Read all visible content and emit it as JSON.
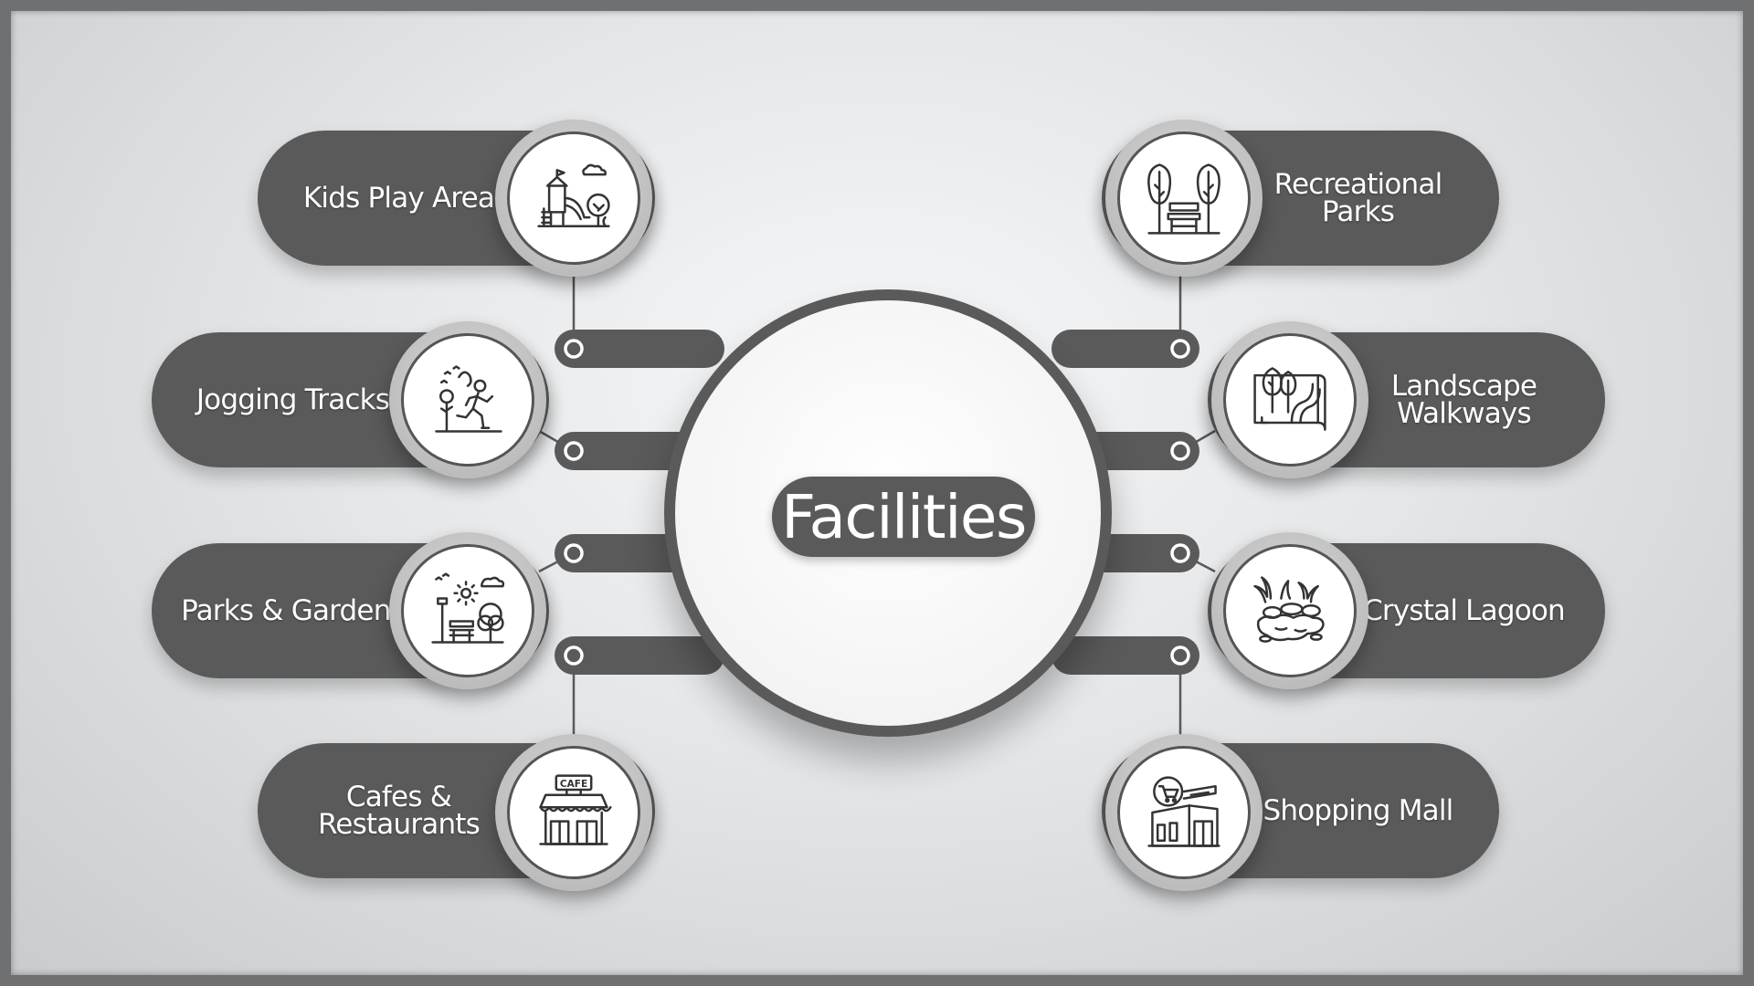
{
  "title": "Facilities",
  "facilities": [
    {
      "label": "Kids Play Area",
      "icon": "playground-icon"
    },
    {
      "label": "Jogging Tracks",
      "icon": "jogger-icon"
    },
    {
      "label": "Parks & Gardens",
      "icon": "park-bench-icon"
    },
    {
      "label": "Cafes & Restaurants",
      "icon": "cafe-storefront-icon"
    },
    {
      "label": "Recreational Parks",
      "icon": "trees-bench-icon"
    },
    {
      "label": "Landscape Walkways",
      "icon": "landscape-map-icon"
    },
    {
      "label": "Crystal Lagoon",
      "icon": "lagoon-icon"
    },
    {
      "label": "Shopping Mall",
      "icon": "shopping-mall-icon"
    }
  ],
  "cafe_sign": "CAFE",
  "colors": {
    "primary": "#5a5a5a",
    "label_text": "#ffffff",
    "icon_stroke": "#333333",
    "background": "#e4e6e8",
    "frame": "#6f7071"
  }
}
